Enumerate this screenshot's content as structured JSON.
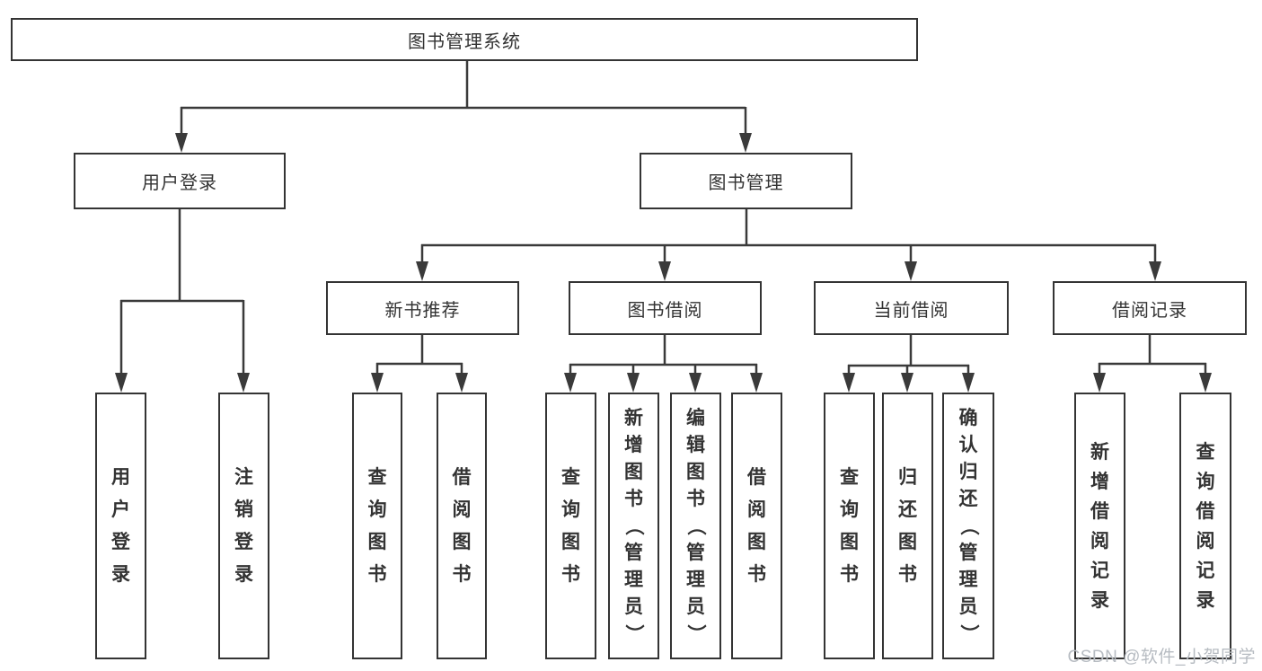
{
  "tree": {
    "root": "图书管理系统",
    "user_login": {
      "label": "用户登录",
      "leaves": [
        "用户登录",
        "注销登录"
      ]
    },
    "book_management": {
      "label": "图书管理",
      "children": [
        {
          "label": "新书推荐",
          "leaves": [
            "查询图书",
            "借阅图书"
          ]
        },
        {
          "label": "图书借阅",
          "leaves": [
            "查询图书",
            "新增图书（管理员）",
            "编辑图书（管理员）",
            "借阅图书"
          ]
        },
        {
          "label": "当前借阅",
          "leaves": [
            "查询图书",
            "归还图书",
            "确认归还（管理员）"
          ]
        },
        {
          "label": "借阅记录",
          "leaves": [
            "新增借阅记录",
            "查询借阅记录"
          ]
        }
      ]
    }
  },
  "watermark": "CSDN @软件_小贺同学",
  "colors": {
    "line": "#3a3a3a",
    "box_border": "#343434",
    "text": "#333333",
    "watermark": "#b7bcc2",
    "background": "#ffffff"
  }
}
